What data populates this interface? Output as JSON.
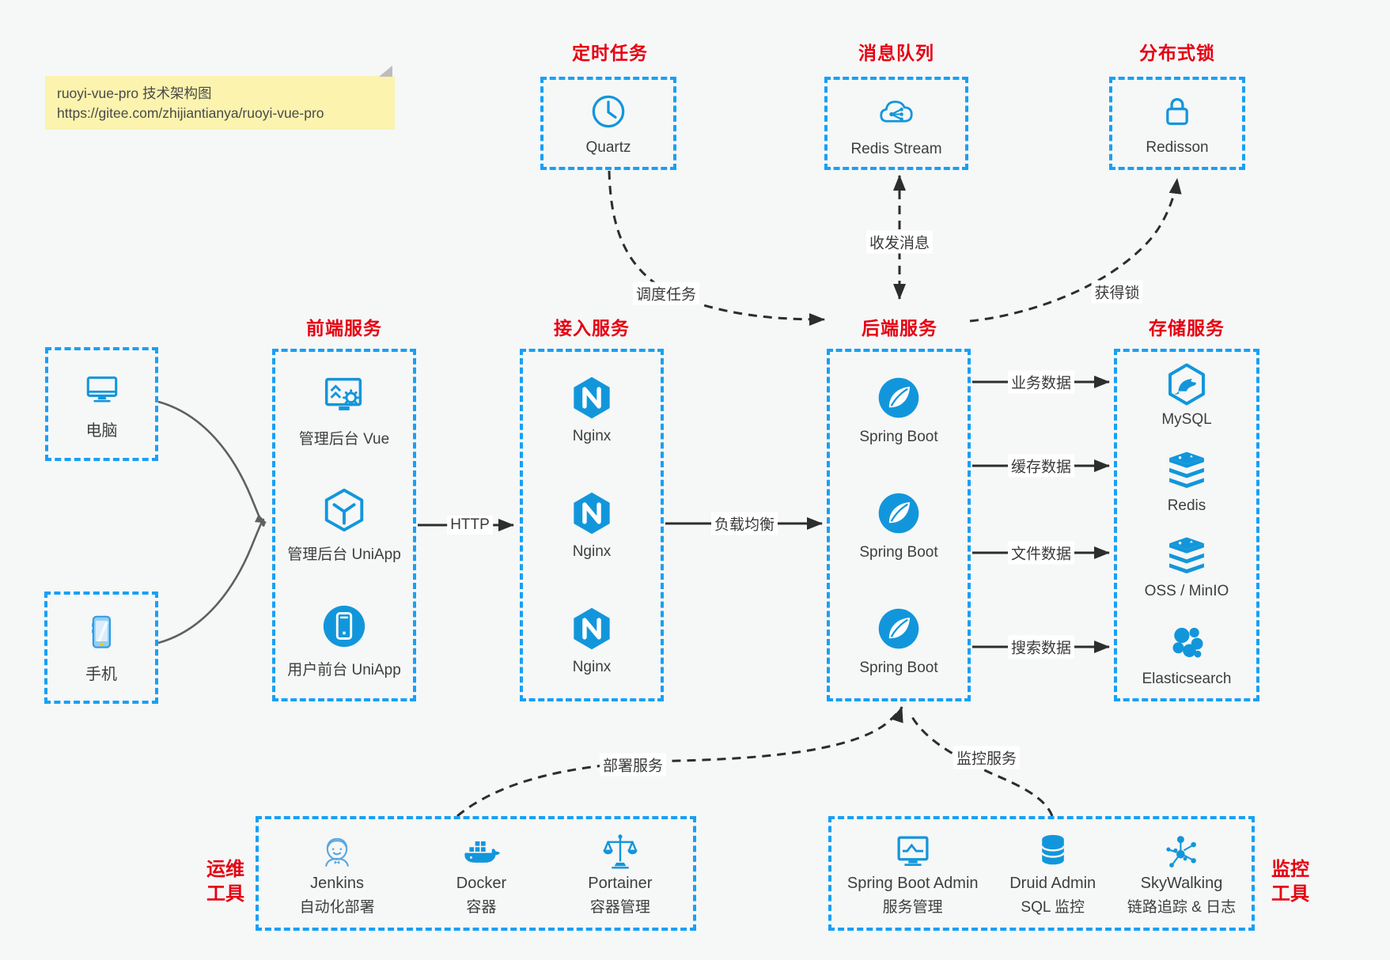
{
  "note": {
    "line1": "ruoyi-vue-pro 技术架构图",
    "line2": "https://gitee.com/zhijiantianya/ruoyi-vue-pro"
  },
  "top_services": [
    {
      "title": "定时任务",
      "item": {
        "label": "Quartz",
        "icon": "clock-icon"
      }
    },
    {
      "title": "消息队列",
      "item": {
        "label": "Redis Stream",
        "icon": "cloud-share-icon"
      }
    },
    {
      "title": "分布式锁",
      "item": {
        "label": "Redisson",
        "icon": "lock-icon"
      }
    }
  ],
  "devices": [
    {
      "label": "电脑",
      "icon": "desktop-icon"
    },
    {
      "label": "手机",
      "icon": "smartphone-icon"
    }
  ],
  "columns": [
    {
      "title": "前端服务",
      "items": [
        {
          "label": "管理后台 Vue",
          "icon": "admin-vue-icon"
        },
        {
          "label": "管理后台 UniApp",
          "icon": "uniapp-cube-icon"
        },
        {
          "label": "用户前台 UniApp",
          "icon": "phone-circle-icon"
        }
      ]
    },
    {
      "title": "接入服务",
      "items": [
        {
          "label": "Nginx",
          "icon": "nginx-icon"
        },
        {
          "label": "Nginx",
          "icon": "nginx-icon"
        },
        {
          "label": "Nginx",
          "icon": "nginx-icon"
        }
      ]
    },
    {
      "title": "后端服务",
      "items": [
        {
          "label": "Spring Boot",
          "icon": "spring-boot-icon"
        },
        {
          "label": "Spring Boot",
          "icon": "spring-boot-icon"
        },
        {
          "label": "Spring Boot",
          "icon": "spring-boot-icon"
        }
      ]
    },
    {
      "title": "存储服务",
      "items": [
        {
          "label": "MySQL",
          "icon": "mysql-icon"
        },
        {
          "label": "Redis",
          "icon": "redis-stack-icon"
        },
        {
          "label": "OSS / MinIO",
          "icon": "redis-stack-icon"
        },
        {
          "label": "Elasticsearch",
          "icon": "elasticsearch-icon"
        }
      ]
    }
  ],
  "bottom_boxes": [
    {
      "side_label": [
        "运维",
        "工具"
      ],
      "items": [
        {
          "name": "Jenkins",
          "subtitle": "自动化部署",
          "icon": "jenkins-icon"
        },
        {
          "name": "Docker",
          "subtitle": "容器",
          "icon": "docker-icon"
        },
        {
          "name": "Portainer",
          "subtitle": "容器管理",
          "icon": "portainer-icon"
        }
      ]
    },
    {
      "side_label": [
        "监控",
        "工具"
      ],
      "items": [
        {
          "name": "Spring Boot Admin",
          "subtitle": "服务管理",
          "icon": "monitor-chart-icon"
        },
        {
          "name": "Druid Admin",
          "subtitle": "SQL 监控",
          "icon": "database-icon"
        },
        {
          "name": "SkyWalking",
          "subtitle": "链路追踪 & 日志",
          "icon": "skywalking-icon"
        }
      ]
    }
  ],
  "arrow_labels": {
    "http": "HTTP",
    "load_balance": "负载均衡",
    "business": "业务数据",
    "cache": "缓存数据",
    "file": "文件数据",
    "search": "搜索数据",
    "schedule": "调度任务",
    "message": "收发消息",
    "lock": "获得锁",
    "deploy": "部署服务",
    "monitor": "监控服务"
  },
  "colors": {
    "accent_blue": "#1296db",
    "border_blue": "#18a0f4",
    "title_red": "#e60012",
    "arrow_dark": "#2d2d2d",
    "connector_gray": "#606060",
    "note_bg": "#fbf3ae",
    "background": "#f6f7f7"
  }
}
